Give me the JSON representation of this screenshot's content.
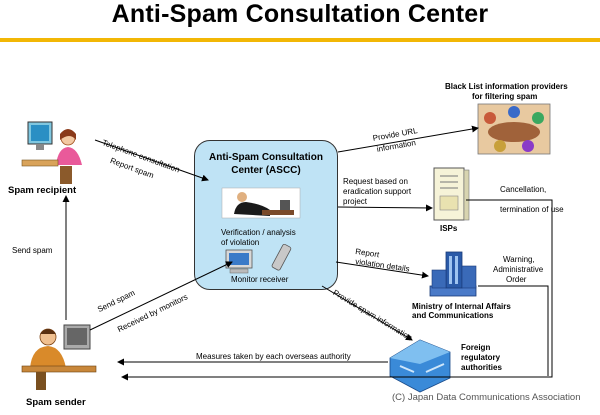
{
  "title": "Anti-Spam Consultation Center",
  "center": {
    "title_line1": "Anti-Spam Consultation",
    "title_line2": "Center (ASCC)",
    "verification_line1": "Verification  /  analysis",
    "verification_line2": "of violation",
    "monitor_label": "Monitor receiver"
  },
  "nodes": {
    "spam_recipient": "Spam recipient",
    "spam_sender": "Spam sender",
    "blacklist_line1": "Black List information providers",
    "blacklist_line2": "for filtering spam",
    "isps": "ISPs",
    "ministry_line1": "Ministry of Internal Affairs",
    "ministry_line2": "and Communications",
    "foreign_line1": "Foreign",
    "foreign_line2": "regulatory",
    "foreign_line3": "authorities"
  },
  "edges": {
    "telephone": "Telephone consultation",
    "report_spam": "Report spam",
    "send_spam_left": "Send spam",
    "send_spam_diag": "Send spam",
    "received_by_monitors": "Received by monitors",
    "provide_url_line1": "Provide URL",
    "provide_url_line2": "information",
    "request_line1": "Request based on",
    "request_line2": "eradication support",
    "request_line3": "project",
    "cancellation": "Cancellation,",
    "termination": "termination of use",
    "report_violation_line1": "Report",
    "report_violation_line2": "violation details",
    "warning_line1": "Warning,",
    "warning_line2": "Administrative",
    "warning_line3": "Order",
    "provide_spam_info": "Provide spam information",
    "measures": "Measures taken by each overseas authority"
  },
  "footer": "(C)  Japan Data Communications Association",
  "colors": {
    "accent_rule": "#f2b705",
    "center_fill": "#bfe3f5"
  }
}
